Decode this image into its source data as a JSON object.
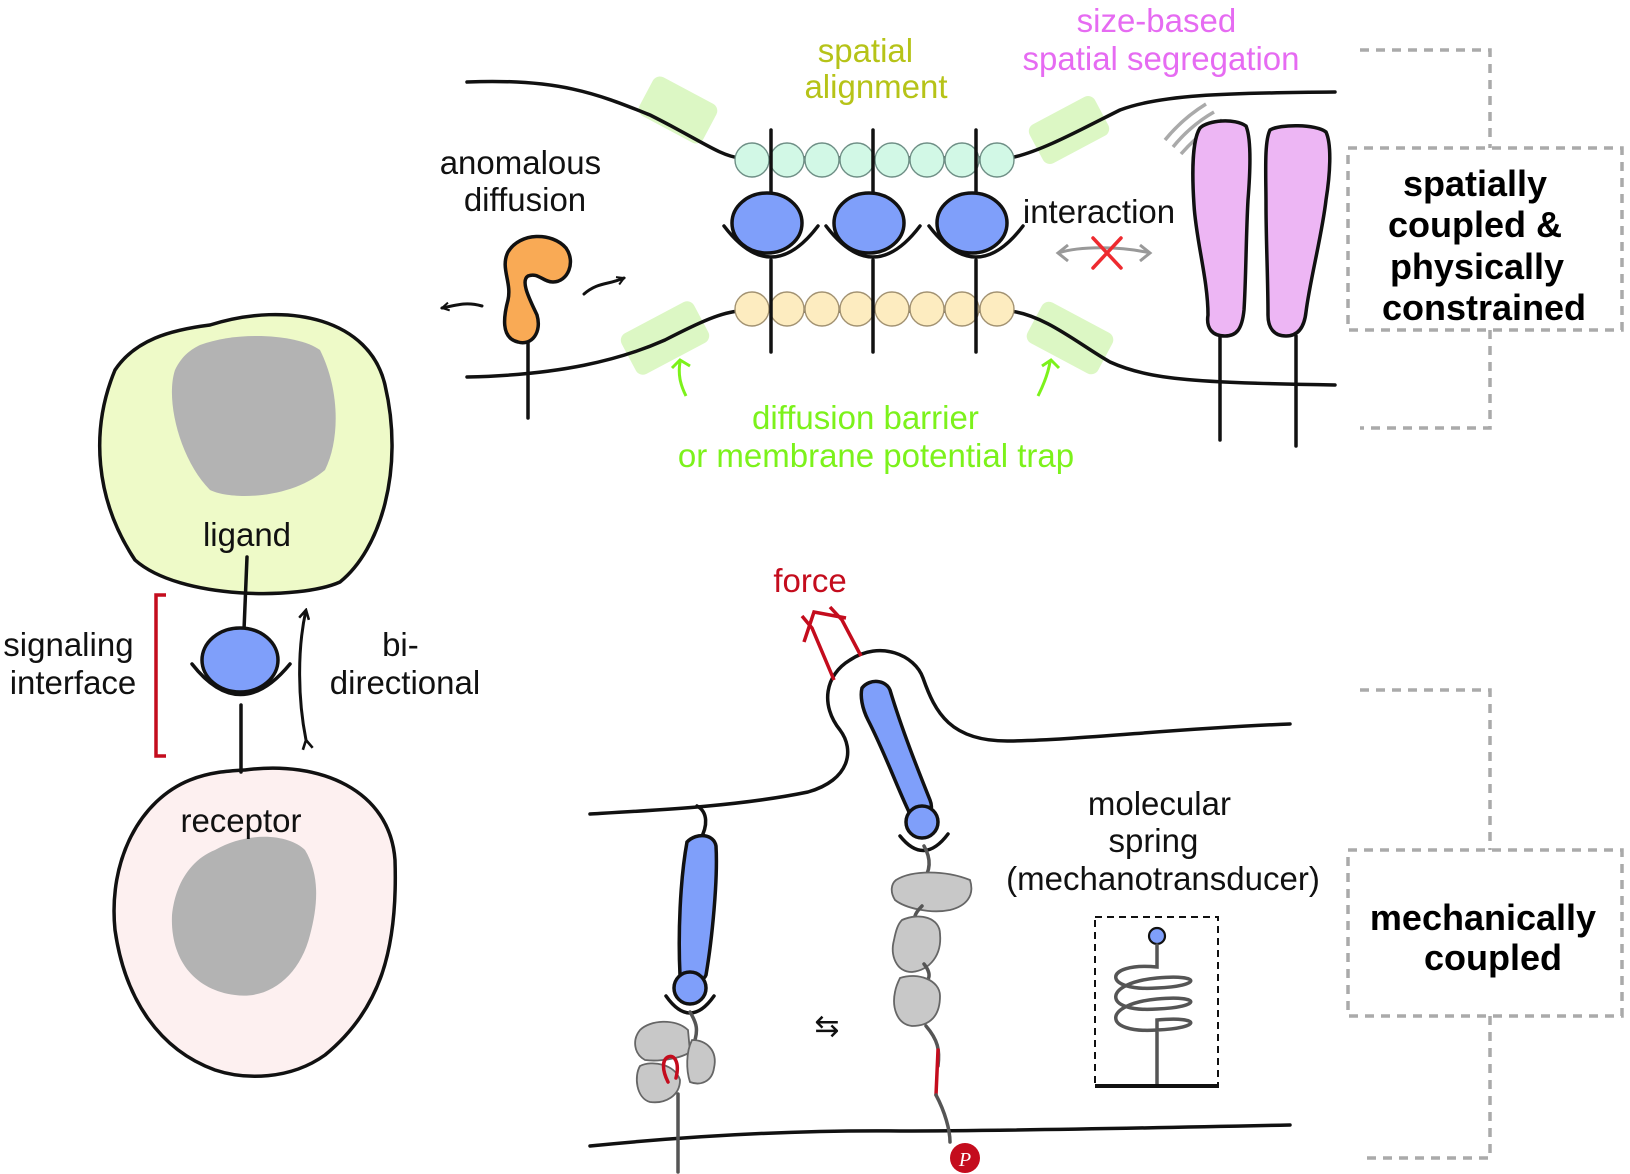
{
  "labels": {
    "ligand": "ligand",
    "receptor": "receptor",
    "signaling": [
      "signaling",
      "interface"
    ],
    "bidirectional": [
      "bi-",
      "directional"
    ],
    "anomalous": [
      "anomalous",
      "diffusion"
    ],
    "spatial_alignment": [
      "spatial",
      "alignment"
    ],
    "size_based": [
      "size-based",
      "spatial segregation"
    ],
    "interaction": "interaction",
    "diffusion_barrier": [
      "diffusion barrier",
      "or membrane potential trap"
    ],
    "force": "force",
    "molecular_spring": [
      "molecular",
      "spring",
      "(mechanotransducer)"
    ],
    "phospho_mark": "P"
  },
  "categories": {
    "top": [
      "spatially",
      "coupled &",
      "physically",
      "constrained"
    ],
    "bottom": [
      "mechanically",
      "coupled"
    ]
  },
  "colors": {
    "ligand_cell": "#eefac8",
    "receptor_cell": "#fdf0f0",
    "nucleus": "#b3b3b3",
    "blue_protein": "#7f9ffa",
    "orange_protein": "#f9aa55",
    "pink_protein": "#edb6f4",
    "teal_bead": "#d2f8e6",
    "cream_bead": "#fdecc0",
    "barrier_green": "#dcf7c4",
    "green_text": "#7cf21b",
    "olive_text": "#b6c318",
    "magenta_text": "#e66bf2",
    "red": "#c40c1d",
    "cross_red": "#ee2a2f"
  }
}
